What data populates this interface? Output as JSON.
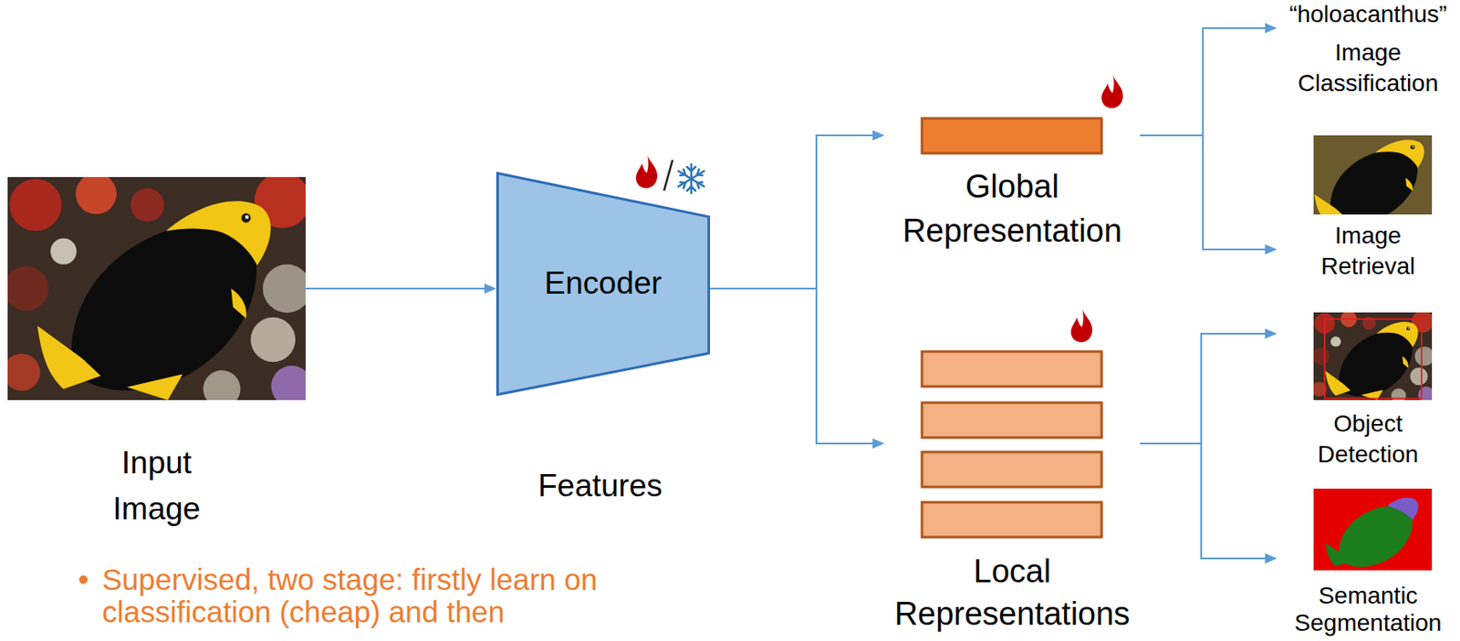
{
  "diagram": {
    "nodes": [
      {
        "text": [
          "Input Image"
        ]
      },
      {
        "text": [
          "Encoder"
        ]
      },
      {
        "text": [
          "Global Representation"
        ]
      },
      {
        "text": [
          "Local Representations"
        ]
      },
      {
        "text": [
          "“holoacanthus”",
          "Image Classification"
        ]
      },
      {
        "text": [
          "Image Retrieval"
        ]
      },
      {
        "text": [
          "Object Detection"
        ]
      },
      {
        "text": [
          "Semantic Segmentation"
        ]
      }
    ],
    "edges": [
      {
        "from": 0,
        "to": 1,
        "arrow": "to"
      },
      {
        "from": 1,
        "to": 2,
        "arrow": "to"
      },
      {
        "from": 1,
        "to": 3,
        "arrow": "to"
      },
      {
        "from": 2,
        "to": 4,
        "arrow": "to"
      },
      {
        "from": 2,
        "to": 5,
        "arrow": "to"
      },
      {
        "from": 3,
        "to": 6,
        "arrow": "to"
      },
      {
        "from": 3,
        "to": 7,
        "arrow": "to"
      }
    ],
    "labels": [
      "Features",
      "Supervised, two stage: firstly learn on classification (cheap) and then"
    ]
  }
}
